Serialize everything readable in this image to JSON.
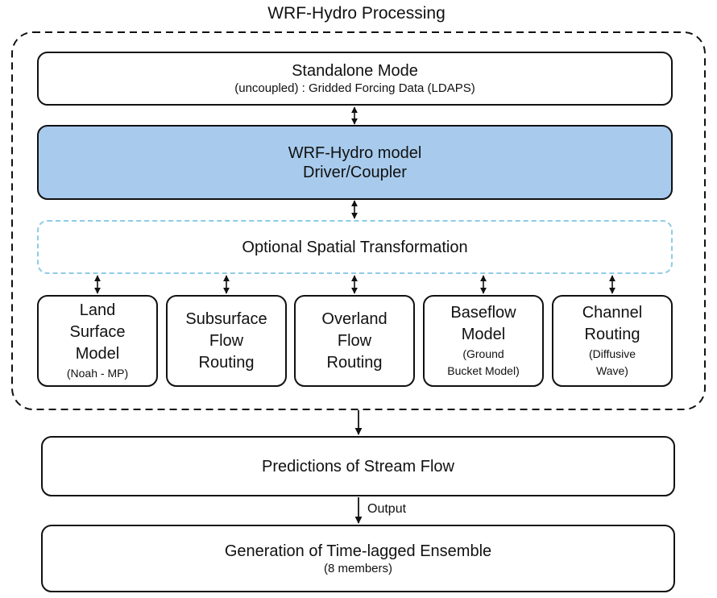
{
  "title": "WRF-Hydro Processing",
  "standalone": {
    "title": "Standalone Mode",
    "subtitle": "(uncoupled) : Gridded Forcing Data (LDAPS)"
  },
  "driver": {
    "line1": "WRF-Hydro model",
    "line2": "Driver/Coupler"
  },
  "spatial": {
    "label": "Optional Spatial Transformation"
  },
  "modules": [
    {
      "lines": [
        "Land",
        "Surface",
        "Model"
      ],
      "note": [
        "(Noah - MP)"
      ]
    },
    {
      "lines": [
        "Subsurface",
        "Flow",
        "Routing"
      ],
      "note": []
    },
    {
      "lines": [
        "Overland",
        "Flow",
        "Routing"
      ],
      "note": []
    },
    {
      "lines": [
        "Baseflow",
        "Model"
      ],
      "note": [
        "(Ground",
        "Bucket Model)"
      ]
    },
    {
      "lines": [
        "Channel",
        "Routing"
      ],
      "note": [
        "(Diffusive",
        "Wave)"
      ]
    }
  ],
  "predictions": {
    "label": "Predictions of Stream Flow"
  },
  "output_label": "Output",
  "ensemble": {
    "title": "Generation of Time-lagged Ensemble",
    "subtitle": "(8 members)"
  },
  "colors": {
    "driver_fill": "#a8cbed",
    "spatial_border": "#8fcbe6",
    "line": "#111111"
  }
}
